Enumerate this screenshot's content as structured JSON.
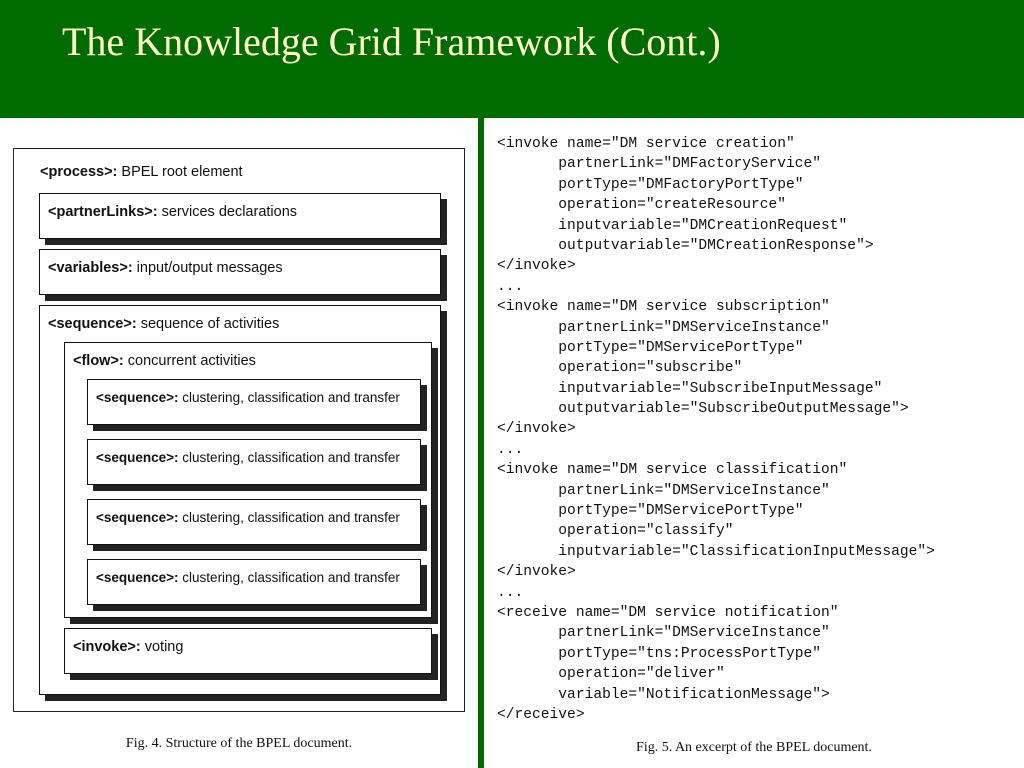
{
  "slide": {
    "title": "The Knowledge Grid Framework (Cont.)"
  },
  "figure4": {
    "process": {
      "tag": "<process>:",
      "desc": " BPEL root element"
    },
    "partnerLinks": {
      "tag": "<partnerLinks>:",
      "desc": " services declarations"
    },
    "variables": {
      "tag": "<variables>:",
      "desc": " input/output messages"
    },
    "sequence": {
      "tag": "<sequence>:",
      "desc": " sequence of activities"
    },
    "flow": {
      "tag": "<flow>:",
      "desc": " concurrent activities"
    },
    "inner_sequences": [
      {
        "tag": "<sequence>:",
        "desc": " clustering, classification and transfer"
      },
      {
        "tag": "<sequence>:",
        "desc": " clustering, classification and transfer"
      },
      {
        "tag": "<sequence>:",
        "desc": " clustering, classification and transfer"
      },
      {
        "tag": "<sequence>:",
        "desc": " clustering, classification and transfer"
      }
    ],
    "invoke": {
      "tag": "<invoke>:",
      "desc": " voting"
    },
    "caption": "Fig. 4. Structure of the BPEL document."
  },
  "figure5": {
    "lines": [
      "<invoke name=\"DM service creation\"",
      "       partnerLink=\"DMFactoryService\"",
      "       portType=\"DMFactoryPortType\"",
      "       operation=\"createResource\"",
      "       inputvariable=\"DMCreationRequest\"",
      "       outputvariable=\"DMCreationResponse\">",
      "</invoke>",
      "...",
      "<invoke name=\"DM service subscription\"",
      "       partnerLink=\"DMServiceInstance\"",
      "       portType=\"DMServicePortType\"",
      "       operation=\"subscribe\"",
      "       inputvariable=\"SubscribeInputMessage\"",
      "       outputvariable=\"SubscribeOutputMessage\">",
      "</invoke>",
      "...",
      "<invoke name=\"DM service classification\"",
      "       partnerLink=\"DMServiceInstance\"",
      "       portType=\"DMServicePortType\"",
      "       operation=\"classify\"",
      "       inputvariable=\"ClassificationInputMessage\">",
      "</invoke>",
      "...",
      "<receive name=\"DM service notification\"",
      "       partnerLink=\"DMServiceInstance\"",
      "       portType=\"tns:ProcessPortType\"",
      "       operation=\"deliver\"",
      "       variable=\"NotificationMessage\">",
      "</receive>"
    ],
    "caption": "Fig. 5. An excerpt of the BPEL document."
  }
}
